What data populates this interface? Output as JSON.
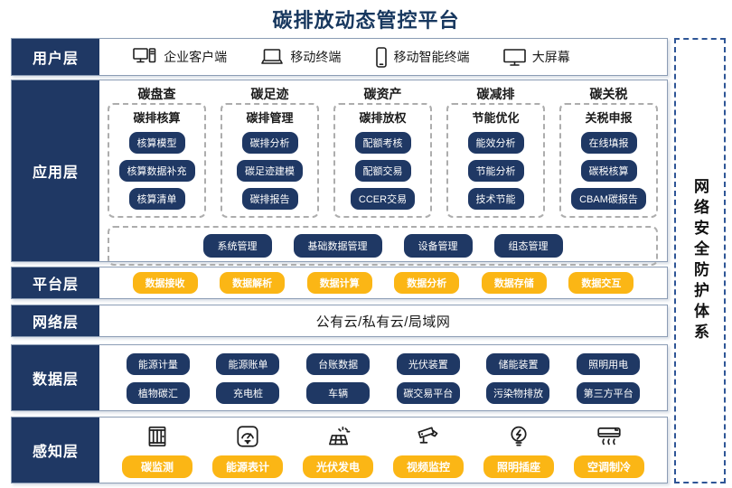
{
  "title": "碳排放动态管控平台",
  "colors": {
    "navy": "#1F3864",
    "orange": "#FBB615",
    "row_border": "#8C9DB5",
    "title": "#17375E",
    "dashed": "#ADADAD",
    "sidebar_dash": "#2E5596"
  },
  "user_layer": {
    "label": "用户层",
    "items": [
      {
        "icon": "desktop-client-icon",
        "label": "企业客户端"
      },
      {
        "icon": "laptop-icon",
        "label": "移动终端"
      },
      {
        "icon": "smartphone-icon",
        "label": "移动智能终端"
      },
      {
        "icon": "big-screen-icon",
        "label": "大屏幕"
      }
    ]
  },
  "app_layer": {
    "label": "应用层",
    "columns": [
      {
        "header": "碳盘查",
        "subheader": "碳排核算",
        "buttons": [
          "核算模型",
          "核算数据补充",
          "核算清单"
        ]
      },
      {
        "header": "碳足迹",
        "subheader": "碳排管理",
        "buttons": [
          "碳排分析",
          "碳足迹建模",
          "碳排报告"
        ]
      },
      {
        "header": "碳资产",
        "subheader": "碳排放权",
        "buttons": [
          "配额考核",
          "配额交易",
          "CCER交易"
        ]
      },
      {
        "header": "碳减排",
        "subheader": "节能优化",
        "buttons": [
          "能效分析",
          "节能分析",
          "技术节能"
        ]
      },
      {
        "header": "碳关税",
        "subheader": "关税申报",
        "buttons": [
          "在线填报",
          "碳税核算",
          "CBAM碳报告"
        ]
      }
    ],
    "common_buttons": [
      "系统管理",
      "基础数据管理",
      "设备管理",
      "组态管理"
    ]
  },
  "platform_layer": {
    "label": "平台层",
    "buttons": [
      "数据接收",
      "数据解析",
      "数据计算",
      "数据分析",
      "数据存储",
      "数据交互"
    ]
  },
  "network_layer": {
    "label": "网络层",
    "content": "公有云/私有云/局域网"
  },
  "data_layer": {
    "label": "数据层",
    "rows": [
      [
        "能源计量",
        "能源账单",
        "台账数据",
        "光伏装置",
        "储能装置",
        "照明用电"
      ],
      [
        "植物碳汇",
        "充电桩",
        "车辆",
        "碳交易平台",
        "污染物排放",
        "第三方平台"
      ]
    ]
  },
  "perception_layer": {
    "label": "感知层",
    "items": [
      {
        "icon": "carbon-monitoring-icon",
        "label": "碳监测"
      },
      {
        "icon": "energy-meter-icon",
        "label": "能源表计"
      },
      {
        "icon": "solar-power-icon",
        "label": "光伏发电"
      },
      {
        "icon": "video-surveillance-icon",
        "label": "视频监控"
      },
      {
        "icon": "lighting-socket-icon",
        "label": "照明插座"
      },
      {
        "icon": "air-conditioning-icon",
        "label": "空调制冷"
      }
    ]
  },
  "security_sidebar": {
    "label": "网络安全防护体系"
  }
}
